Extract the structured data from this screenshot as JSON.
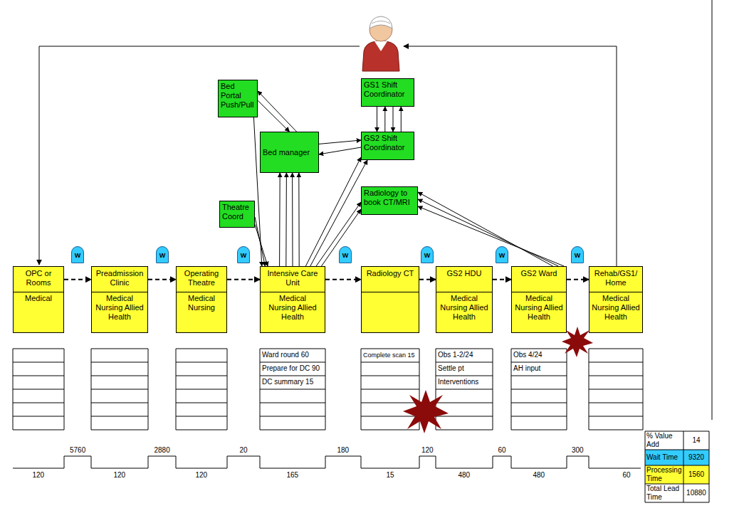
{
  "diagram": {
    "nodes": [
      {
        "text": [
          "Bed Portal Push/Pull"
        ]
      },
      {
        "text": [
          "GS1 Shift Coordinator"
        ]
      },
      {
        "text": [
          "Bed manager"
        ]
      },
      {
        "text": [
          "GS2 Shift Coordinator"
        ]
      },
      {
        "text": [
          "Radiology to book CT/MRI"
        ]
      },
      {
        "text": [
          "Theatre Coord"
        ]
      },
      {
        "text": [
          "OPC or Rooms",
          "Medical"
        ]
      },
      {
        "text": [
          "W"
        ]
      },
      {
        "text": [
          "Preadmission Clinic",
          "Medical Nursing Allied Health"
        ]
      },
      {
        "text": [
          "W"
        ]
      },
      {
        "text": [
          "Operating Theatre",
          "Medical Nursing"
        ]
      },
      {
        "text": [
          "W"
        ]
      },
      {
        "text": [
          "Intensive Care Unit",
          "Medical Nursing Allied Health"
        ]
      },
      {
        "text": [
          "W"
        ]
      },
      {
        "text": [
          "Radiology CT"
        ]
      },
      {
        "text": [
          "W"
        ]
      },
      {
        "text": [
          "GS2 HDU",
          "Medical Nursing Allied Health"
        ]
      },
      {
        "text": [
          "W"
        ]
      },
      {
        "text": [
          "GS2 Ward",
          "Medical Nursing Allied Health"
        ]
      },
      {
        "text": [
          "W"
        ]
      },
      {
        "text": [
          "Rehab/GS1/ Home",
          "Medical Nursing Allied Health"
        ]
      }
    ],
    "edges": [
      {
        "from": 6,
        "to": 8,
        "arrow": "to"
      },
      {
        "from": 8,
        "to": 10,
        "arrow": "to"
      },
      {
        "from": 10,
        "to": 12,
        "arrow": "to"
      },
      {
        "from": 12,
        "to": 14,
        "arrow": "to"
      },
      {
        "from": 14,
        "to": 16,
        "arrow": "to"
      },
      {
        "from": 16,
        "to": 18,
        "arrow": "to"
      },
      {
        "from": 18,
        "to": 20,
        "arrow": "to"
      },
      {
        "from": 0,
        "to": 2,
        "arrow": "to"
      },
      {
        "from": 2,
        "to": 0,
        "arrow": "to"
      },
      {
        "from": 1,
        "to": 3,
        "arrow": "to"
      },
      {
        "from": 3,
        "to": 1,
        "arrow": "to"
      },
      {
        "from": 1,
        "to": 3,
        "arrow": "to"
      },
      {
        "from": 3,
        "to": 1,
        "arrow": "to"
      },
      {
        "from": 3,
        "to": 2,
        "arrow": "to"
      },
      {
        "from": 2,
        "to": 3,
        "arrow": "to"
      },
      {
        "from": 12,
        "to": 2,
        "arrow": "to"
      },
      {
        "from": 12,
        "to": 2,
        "arrow": "to"
      },
      {
        "from": 12,
        "to": 2,
        "arrow": "to"
      },
      {
        "from": 12,
        "to": 2,
        "arrow": "to"
      },
      {
        "from": 5,
        "to": 12,
        "arrow": "to"
      },
      {
        "from": 5,
        "to": 12,
        "arrow": "to"
      },
      {
        "from": 0,
        "to": 12,
        "arrow": "to"
      },
      {
        "from": 12,
        "to": 3,
        "arrow": "to"
      },
      {
        "from": 12,
        "to": 3,
        "arrow": "to"
      },
      {
        "from": 12,
        "to": 4,
        "arrow": "to"
      },
      {
        "from": 12,
        "to": 4,
        "arrow": "to"
      },
      {
        "from": 18,
        "to": 4,
        "arrow": "to"
      },
      {
        "from": 18,
        "to": 4,
        "arrow": "to"
      },
      {
        "from": 18,
        "to": 4,
        "arrow": "to"
      }
    ],
    "labels": [
      "Ward round 60",
      "Prepare for DC 90",
      "DC summary 15",
      "Complete scan 15",
      "Obs 1-2/24",
      "Settle pt",
      "Interventions",
      "Obs 4/24",
      "AH input",
      "5760",
      "2880",
      "20",
      "180",
      "120",
      "60",
      "300",
      "120",
      "120",
      "120",
      "165",
      "15",
      "480",
      "480",
      "60",
      "% Value Add",
      "14",
      "Wait Time",
      "9320",
      "Processing Time",
      "1560",
      "Total Lead Time",
      "10880"
    ]
  }
}
